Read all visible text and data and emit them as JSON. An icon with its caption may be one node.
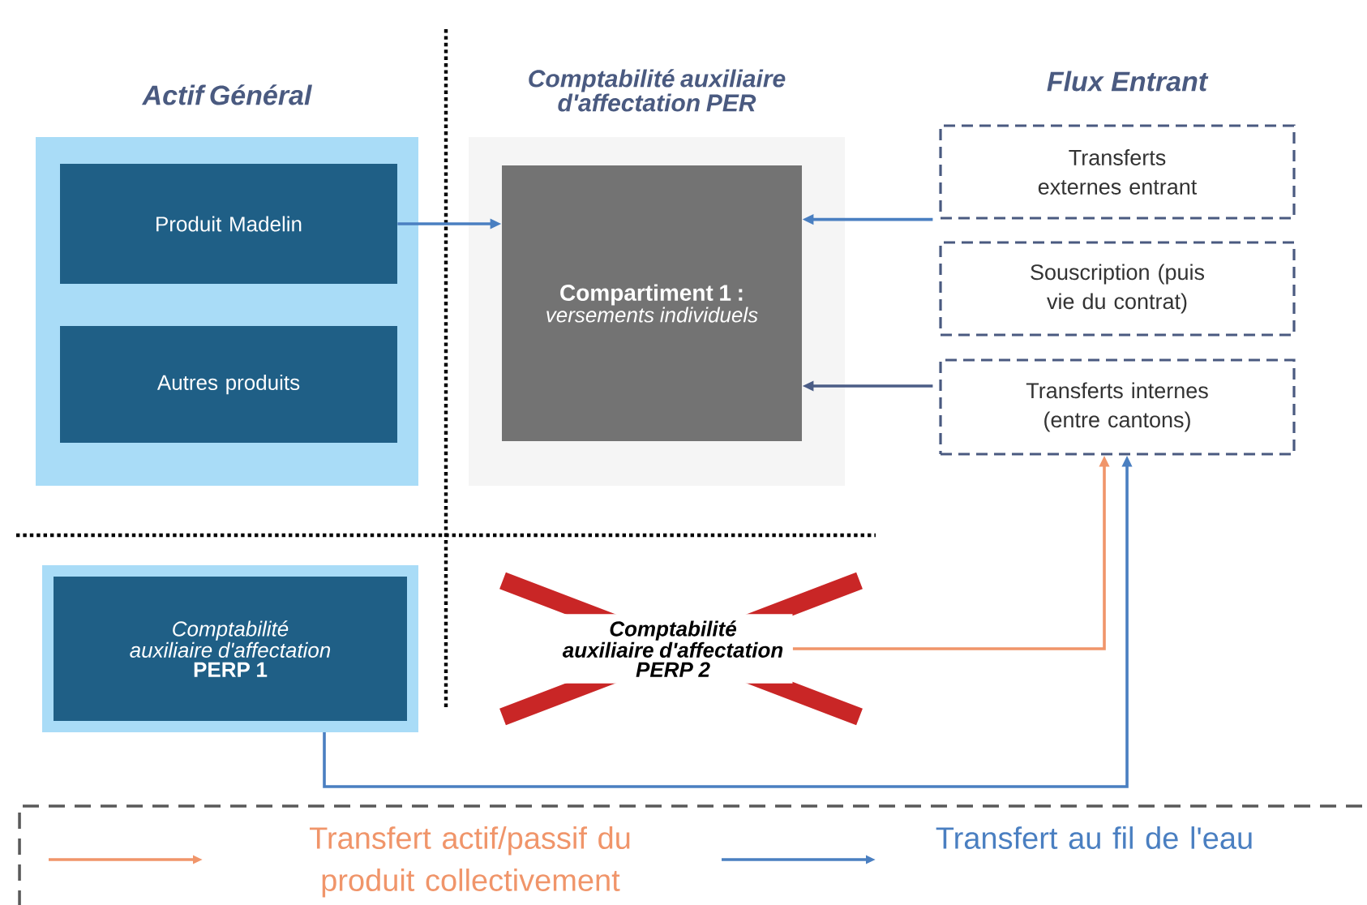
{
  "diagram": {
    "nodes": [
      {
        "text": [
          "Actif Général"
        ]
      },
      {
        "text": [
          "Produit Madelin"
        ],
        "in": 0
      },
      {
        "text": [
          "Autres produits"
        ],
        "in": 0
      },
      {
        "text": [
          "Comptabilité auxiliaire d'affectation PER"
        ]
      },
      {
        "text": [
          "Compartiment 1 :",
          "versements individuels"
        ],
        "in": 3
      },
      {
        "text": [
          "Transferts externes entrant"
        ]
      },
      {
        "text": [
          "Souscription (puis vie du contrat)"
        ]
      },
      {
        "text": [
          "Transferts internes (entre cantons)"
        ]
      },
      {
        "text": [
          "Comptabilité auxiliaire d'affectation",
          "PERP 1"
        ]
      },
      {
        "text": [
          "Comptabilité auxiliaire d'affectation",
          "PERP 2"
        ]
      }
    ],
    "edges": [
      {
        "from": 1,
        "to": 4,
        "arrow": "to"
      },
      {
        "from": 5,
        "to": 4,
        "arrow": "to"
      },
      {
        "from": 7,
        "to": 4,
        "arrow": "to",
        "color": "#4b5d86"
      },
      {
        "from": 9,
        "to": 7,
        "arrow": "to",
        "color": "#f0956a"
      },
      {
        "from": 8,
        "to": 7,
        "arrow": "to"
      }
    ],
    "labels": [
      "Flux Entrant"
    ],
    "legend": [
      {
        "text": "Transfert actif/passif du produit collectivement"
      },
      {
        "text": "Transfert au fil de l'eau"
      }
    ]
  }
}
